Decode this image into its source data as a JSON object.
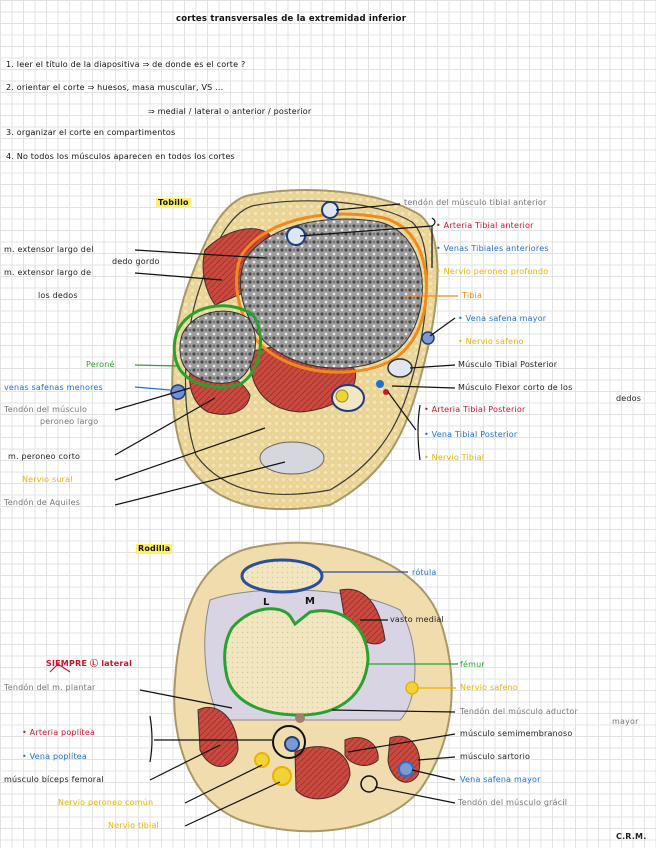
{
  "title": "cortes transversales de la extremidad inferior",
  "instructions": [
    "1. leer el título de la diapositiva ⇒ de donde es el corte ?",
    "2. orientar el corte ⇒ huesos, masa muscular, VS ...",
    "⇒ medial / lateral o anterior / posterior",
    "3. organizar el corte en compartimentos",
    "4. No todos los músculos aparecen en todos los cortes"
  ],
  "ankle": {
    "heading": "Tobillo",
    "labels": {
      "tendon_tibial_anterior": "tendón del músculo tibial anterior",
      "arteria_tibial_anterior": "Arteria Tibial anterior",
      "venas_tibiales_anteriores": "Venas Tibiales anteriores",
      "nervio_peroneo_profundo": "Nervio peroneo profundo",
      "tibia": "Tibia",
      "vena_safena_mayor": "Vena safena mayor",
      "nervio_safeno": "Nervio safeno",
      "musculo_tibial_posterior": "Músculo Tibial Posterior",
      "flexor_corto_1": "Músculo Flexor corto de los",
      "flexor_corto_2": "dedos",
      "arteria_tibial_posterior": "Arteria Tibial Posterior",
      "vena_tibial_posterior": "Vena Tibial Posterior",
      "nervio_tibial": "Nervio Tibial",
      "ext_largo_dedo_gordo_1": "m. extensor largo del",
      "ext_largo_dedo_gordo_2": "dedo gordo",
      "ext_largo_dedos_1": "m. extensor largo de",
      "ext_largo_dedos_2": "los dedos",
      "perone": "Peroné",
      "venas_safenas_menores": "venas safenas menores",
      "tendon_peroneo_largo_1": "Tendón del músculo",
      "tendon_peroneo_largo_2": "peroneo largo",
      "peroneo_corto": "m. peroneo corto",
      "nervio_sural": "Nervio sural",
      "tendon_aquiles": "Tendón de Aquiles"
    }
  },
  "knee": {
    "heading": "Rodilla",
    "labels": {
      "rotula": "rótula",
      "L": "L",
      "M": "M",
      "vasto_medial": "vasto medial",
      "femur": "fémur",
      "siempre_lateral": "SIEMPRE Ⓛ lateral",
      "nervio_safeno": "Nervio safeno",
      "tendon_plantar": "Tendón del m. plantar",
      "tendon_aductor_1": "Tendón del músculo aductor",
      "tendon_aductor_2": "mayor",
      "arteria_poplitea": "Arteria poplítea",
      "semimembranoso": "músculo semimembranoso",
      "vena_poplitea": "Vena poplítea",
      "sartorio": "músculo sartorio",
      "biceps_femoral": "músculo bíceps femoral",
      "vena_safena_mayor": "Vena safena mayor",
      "nervio_peroneo_comun": "Nervio peroneo común",
      "tendon_gracil": "Tendón del músculo grácil",
      "nervio_tibial": "Nervio tibial"
    }
  },
  "signature": "C.R.M.",
  "colors": {
    "red": "#d0142a",
    "blue": "#1f6fd8",
    "yellow": "#e8b400",
    "orange": "#ef8b1d",
    "green": "#2aa12f",
    "highlight": "#fff06a"
  }
}
